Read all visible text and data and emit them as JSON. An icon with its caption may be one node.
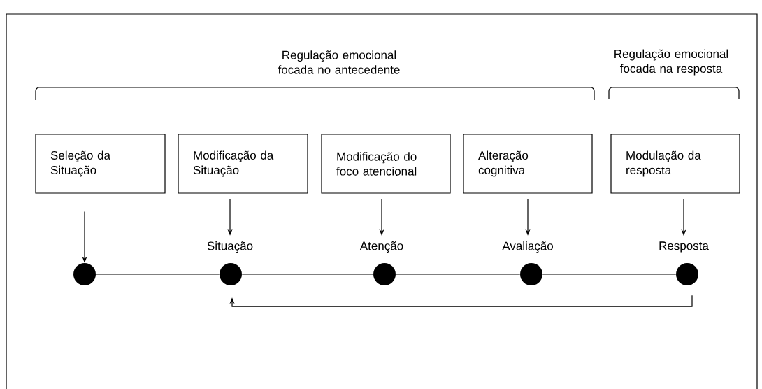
{
  "diagram": {
    "nodes": [
      {
        "text": [
          "Seleção da Situação"
        ]
      },
      {
        "text": [
          "Modificação da Situação"
        ]
      },
      {
        "text": [
          "Modificação do foco atencional"
        ]
      },
      {
        "text": [
          "Alteração cognitiva"
        ]
      },
      {
        "text": [
          "Modulação da resposta"
        ]
      },
      {
        "text": [
          "Situação"
        ]
      },
      {
        "text": [
          "Atenção"
        ]
      },
      {
        "text": [
          "Avaliação"
        ]
      },
      {
        "text": [
          "Resposta"
        ]
      },
      {
        "text": [],
        "shape": "circle"
      },
      {
        "text": [],
        "shape": "circle"
      },
      {
        "text": [],
        "shape": "circle"
      },
      {
        "text": [],
        "shape": "circle"
      },
      {
        "text": [],
        "shape": "circle"
      }
    ],
    "edges": [
      {
        "from": 0,
        "to": 9,
        "arrow": "to"
      },
      {
        "from": 1,
        "to": 5,
        "arrow": "to"
      },
      {
        "from": 2,
        "to": 6,
        "arrow": "to"
      },
      {
        "from": 3,
        "to": 7,
        "arrow": "to"
      },
      {
        "from": 4,
        "to": 8,
        "arrow": "to"
      },
      {
        "from": 9,
        "to": 10,
        "arrow": "none"
      },
      {
        "from": 10,
        "to": 11,
        "arrow": "none"
      },
      {
        "from": 11,
        "to": 12,
        "arrow": "none"
      },
      {
        "from": 12,
        "to": 13,
        "arrow": "none"
      },
      {
        "from": 13,
        "to": 10,
        "arrow": "to"
      }
    ],
    "labels": [
      "Regulação emocional focada no antecedente",
      "Regulação emocional focada na resposta"
    ]
  }
}
